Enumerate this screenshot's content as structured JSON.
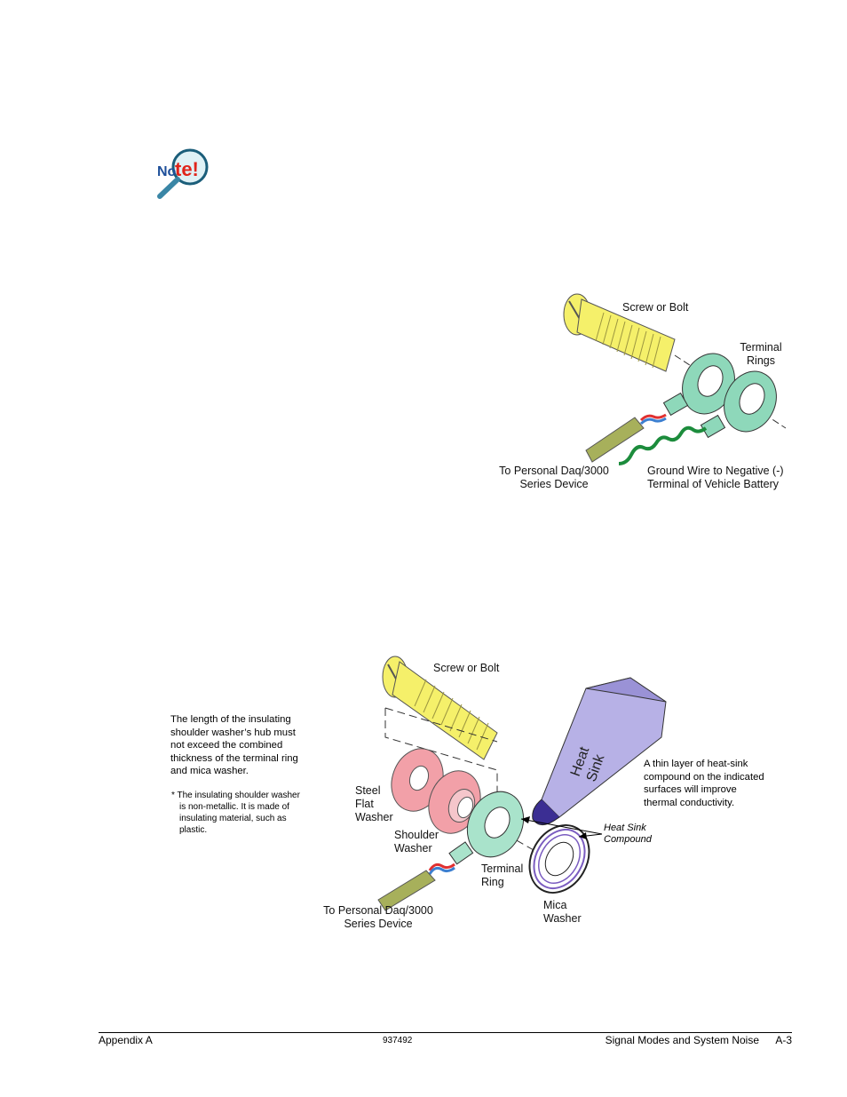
{
  "note_icon": {
    "letters": "No",
    "word": "te!"
  },
  "figure1": {
    "screw_label": "Screw or Bolt",
    "rings_label_line1": "Terminal",
    "rings_label_line2": "Rings",
    "device_label_line1": "To Personal Daq/3000",
    "device_label_line2": "Series Device",
    "ground_label_line1": "Ground Wire to Negative (-)",
    "ground_label_line2": "Terminal of Vehicle Battery"
  },
  "figure2": {
    "screw_label": "Screw or Bolt",
    "hub_note": [
      "The length of the insulating",
      "shoulder washer’s hub must",
      "not exceed the combined",
      "thickness of the terminal ring",
      "and mica washer."
    ],
    "footnote": [
      "* The insulating shoulder washer",
      "is non-metallic.  It is made of",
      "insulating material, such as",
      "plastic."
    ],
    "steel_label": [
      "Steel",
      "Flat",
      "Washer"
    ],
    "shoulder_label": [
      "Shoulder",
      "Washer"
    ],
    "terminal_label": [
      "Terminal",
      "Ring"
    ],
    "device_label": [
      "To Personal Daq/3000",
      "Series Device"
    ],
    "mica_label": [
      "Mica",
      "Washer"
    ],
    "compound_label": [
      "Heat Sink",
      "Compound"
    ],
    "tube_text": [
      "Heat",
      "Sink"
    ],
    "heat_note": [
      "A thin layer of heat-sink",
      "compound on the indicated",
      "surfaces will improve",
      "thermal conductivity."
    ]
  },
  "footer": {
    "left": "Appendix A",
    "center": "937492",
    "right": "Signal Modes and System Noise",
    "page": "A-3"
  }
}
